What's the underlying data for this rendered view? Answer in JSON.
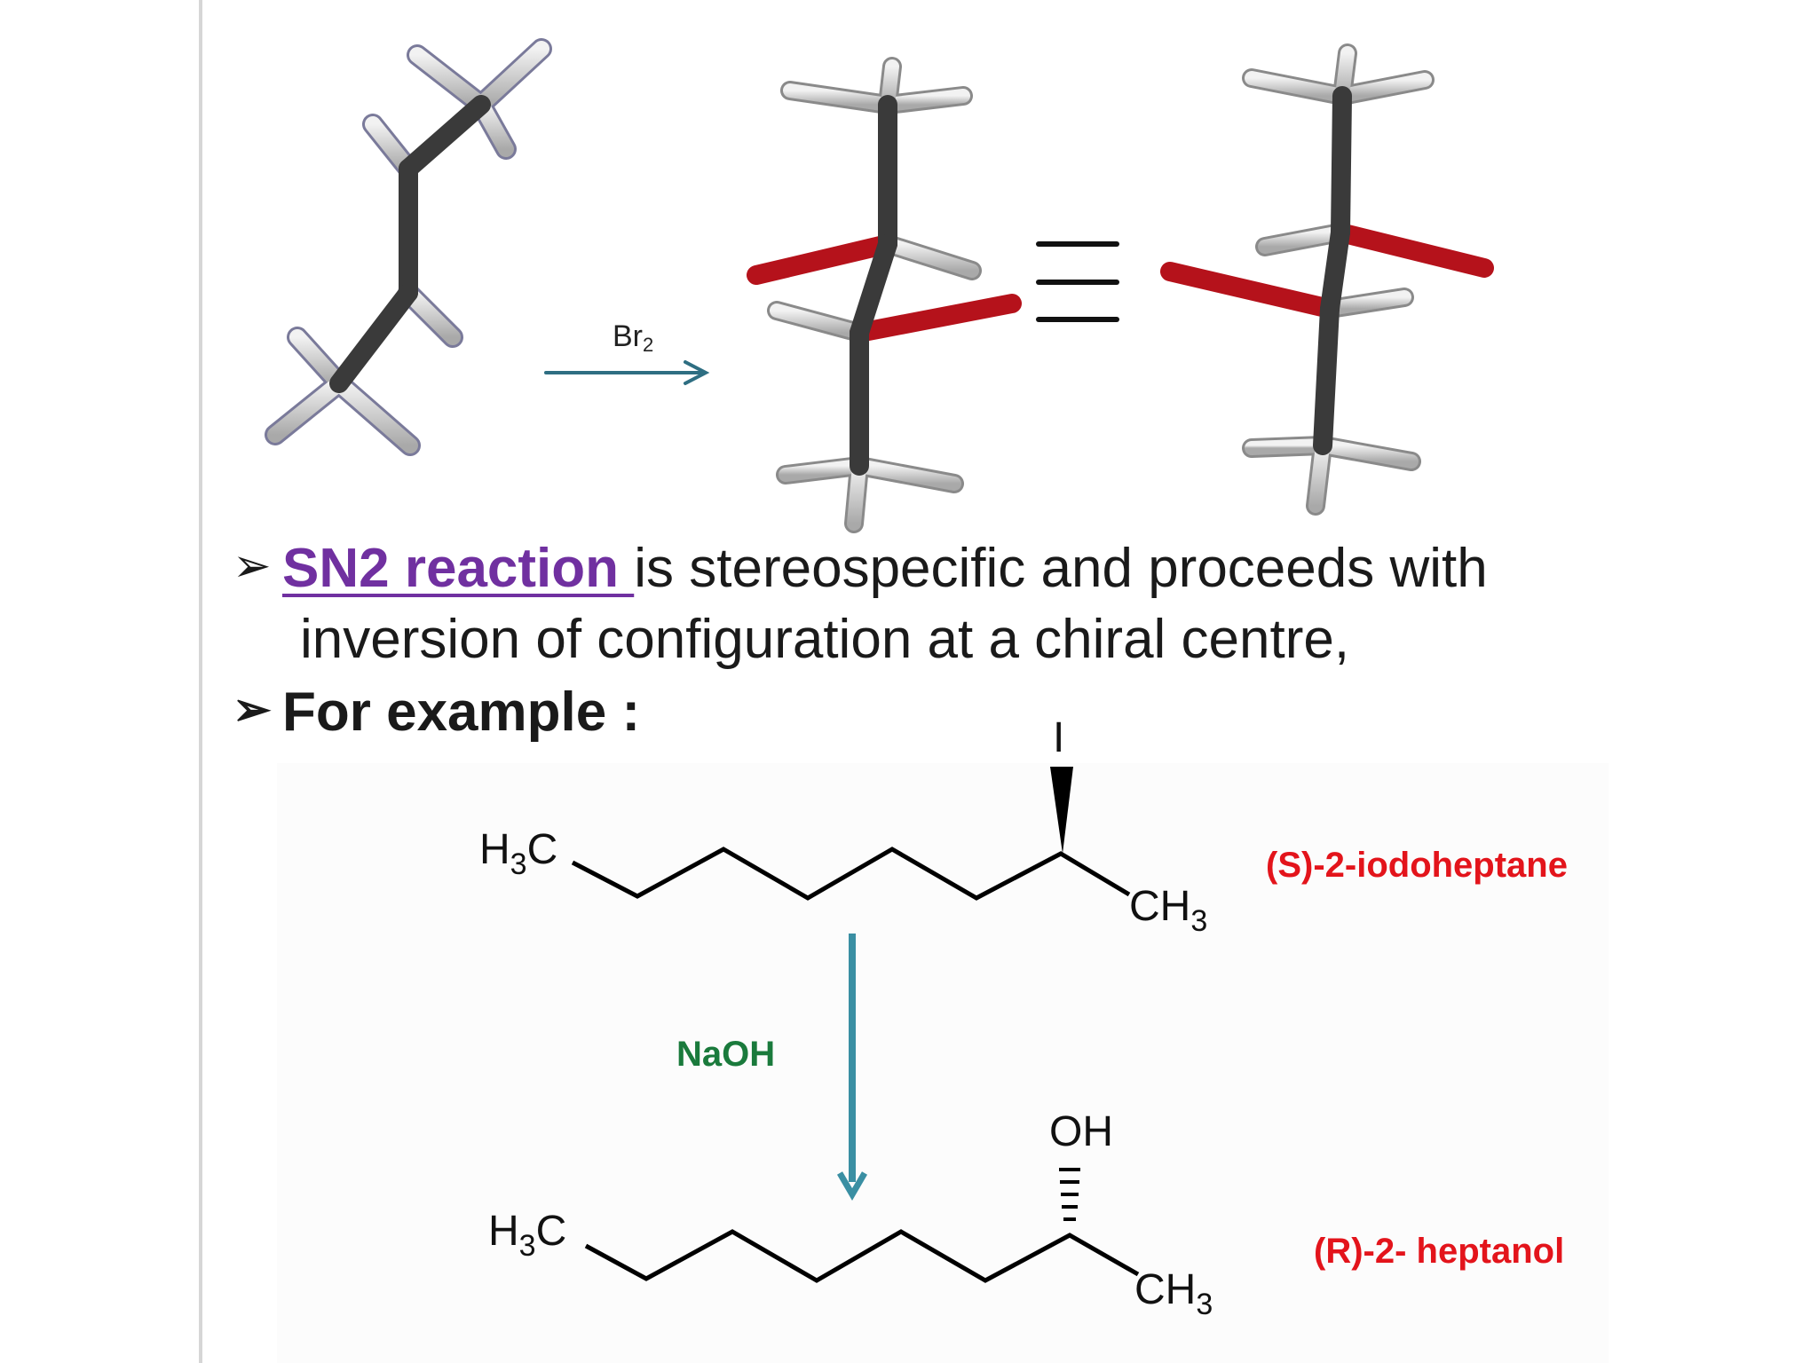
{
  "reaction_3d": {
    "reagent": "Br",
    "reagent_subscript": "2"
  },
  "bullets": [
    {
      "link_text": "SN2 reaction ",
      "text": "is stereospecific and proceeds with"
    },
    {
      "text": "inversion of configuration at a chiral centre,"
    },
    {
      "text": "For example :"
    }
  ],
  "example": {
    "reactant": {
      "left_group": "H",
      "left_sub": "3",
      "left_tail": "C",
      "substituent": "I",
      "right_group": "CH",
      "right_sub": "3",
      "name": "(S)-2-iodoheptane"
    },
    "reagent": "NaOH",
    "product": {
      "left_group": "H",
      "left_sub": "3",
      "left_tail": "C",
      "substituent": "OH",
      "right_group": "CH",
      "right_sub": "3",
      "name": "(R)-2- heptanol"
    }
  },
  "colors": {
    "link": "#7030a0",
    "name_label": "#e3141b",
    "reagent": "#1a7a3c",
    "arrow": "#3a8fa3",
    "bromine": "#b5121b",
    "carbon": "#3a3a3a",
    "hydrogen": "#d9d9d9"
  }
}
